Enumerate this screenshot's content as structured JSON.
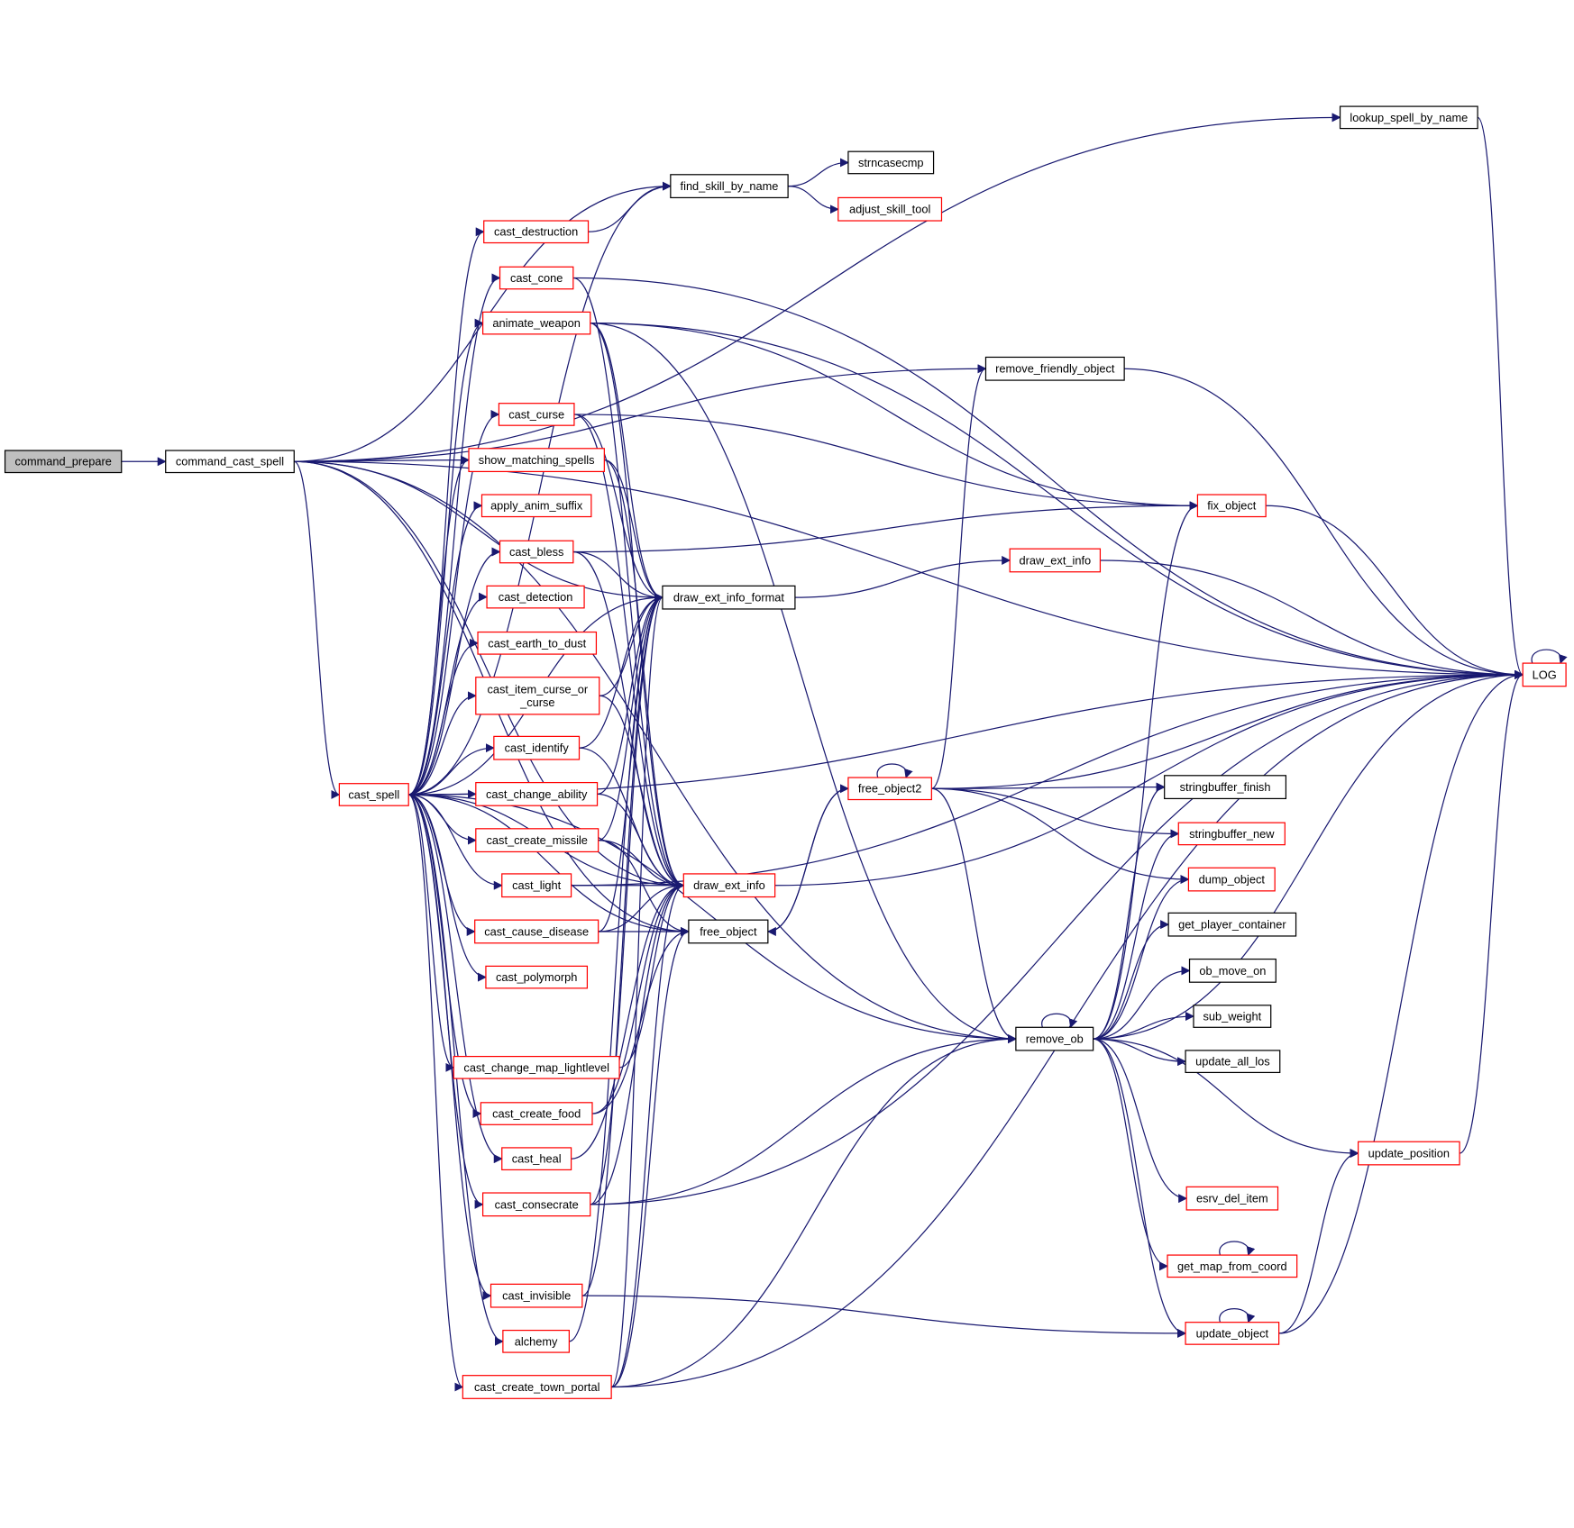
{
  "colors": {
    "edge": "#191970",
    "highlight_border": "#ff0000",
    "normal_border": "#000000",
    "root_fill": "#bfbfbf"
  },
  "nodes": [
    {
      "id": "command_prepare",
      "label": [
        "command_prepare"
      ],
      "kind": "root"
    },
    {
      "id": "command_cast_spell",
      "label": [
        "command_cast_spell"
      ],
      "kind": "normal"
    },
    {
      "id": "cast_spell",
      "label": [
        "cast_spell"
      ],
      "kind": "red"
    },
    {
      "id": "lookup_spell_by_name",
      "label": [
        "lookup_spell_by_name"
      ],
      "kind": "normal"
    },
    {
      "id": "find_skill_by_name",
      "label": [
        "find_skill_by_name"
      ],
      "kind": "normal"
    },
    {
      "id": "strncasecmp",
      "label": [
        "strncasecmp"
      ],
      "kind": "normal"
    },
    {
      "id": "adjust_skill_tool",
      "label": [
        "adjust_skill_tool"
      ],
      "kind": "red"
    },
    {
      "id": "cast_destruction",
      "label": [
        "cast_destruction"
      ],
      "kind": "red"
    },
    {
      "id": "cast_cone",
      "label": [
        "cast_cone"
      ],
      "kind": "red"
    },
    {
      "id": "animate_weapon",
      "label": [
        "animate_weapon"
      ],
      "kind": "red"
    },
    {
      "id": "remove_friendly_object",
      "label": [
        "remove_friendly_object"
      ],
      "kind": "normal"
    },
    {
      "id": "cast_curse",
      "label": [
        "cast_curse"
      ],
      "kind": "red"
    },
    {
      "id": "show_matching_spells",
      "label": [
        "show_matching_spells"
      ],
      "kind": "red"
    },
    {
      "id": "apply_anim_suffix",
      "label": [
        "apply_anim_suffix"
      ],
      "kind": "red"
    },
    {
      "id": "fix_object",
      "label": [
        "fix_object"
      ],
      "kind": "red"
    },
    {
      "id": "cast_bless",
      "label": [
        "cast_bless"
      ],
      "kind": "red"
    },
    {
      "id": "draw_ext_info_upper",
      "label": [
        "draw_ext_info"
      ],
      "kind": "red"
    },
    {
      "id": "draw_ext_info_format",
      "label": [
        "draw_ext_info_format"
      ],
      "kind": "normal"
    },
    {
      "id": "cast_detection",
      "label": [
        "cast_detection"
      ],
      "kind": "red"
    },
    {
      "id": "cast_earth_to_dust",
      "label": [
        "cast_earth_to_dust"
      ],
      "kind": "red"
    },
    {
      "id": "LOG",
      "label": [
        "LOG"
      ],
      "kind": "red"
    },
    {
      "id": "cast_item_curse_or_curse",
      "label": [
        "cast_item_curse_or",
        "_curse"
      ],
      "kind": "red"
    },
    {
      "id": "cast_identify",
      "label": [
        "cast_identify"
      ],
      "kind": "red"
    },
    {
      "id": "cast_change_ability",
      "label": [
        "cast_change_ability"
      ],
      "kind": "red"
    },
    {
      "id": "free_object2",
      "label": [
        "free_object2"
      ],
      "kind": "red"
    },
    {
      "id": "stringbuffer_finish",
      "label": [
        "stringbuffer_finish"
      ],
      "kind": "normal"
    },
    {
      "id": "cast_create_missile",
      "label": [
        "cast_create_missile"
      ],
      "kind": "red"
    },
    {
      "id": "stringbuffer_new",
      "label": [
        "stringbuffer_new"
      ],
      "kind": "red"
    },
    {
      "id": "cast_light",
      "label": [
        "cast_light"
      ],
      "kind": "red"
    },
    {
      "id": "draw_ext_info",
      "label": [
        "draw_ext_info"
      ],
      "kind": "red"
    },
    {
      "id": "dump_object",
      "label": [
        "dump_object"
      ],
      "kind": "red"
    },
    {
      "id": "get_player_container",
      "label": [
        "get_player_container"
      ],
      "kind": "normal"
    },
    {
      "id": "cast_cause_disease",
      "label": [
        "cast_cause_disease"
      ],
      "kind": "red"
    },
    {
      "id": "free_object",
      "label": [
        "free_object"
      ],
      "kind": "normal"
    },
    {
      "id": "cast_polymorph",
      "label": [
        "cast_polymorph"
      ],
      "kind": "red"
    },
    {
      "id": "ob_move_on",
      "label": [
        "ob_move_on"
      ],
      "kind": "normal"
    },
    {
      "id": "sub_weight",
      "label": [
        "sub_weight"
      ],
      "kind": "normal"
    },
    {
      "id": "remove_ob",
      "label": [
        "remove_ob"
      ],
      "kind": "normal"
    },
    {
      "id": "update_all_los",
      "label": [
        "update_all_los"
      ],
      "kind": "normal"
    },
    {
      "id": "cast_change_map_lightlevel",
      "label": [
        "cast_change_map_lightlevel"
      ],
      "kind": "red"
    },
    {
      "id": "cast_create_food",
      "label": [
        "cast_create_food"
      ],
      "kind": "red"
    },
    {
      "id": "update_position",
      "label": [
        "update_position"
      ],
      "kind": "red"
    },
    {
      "id": "cast_heal",
      "label": [
        "cast_heal"
      ],
      "kind": "red"
    },
    {
      "id": "cast_consecrate",
      "label": [
        "cast_consecrate"
      ],
      "kind": "red"
    },
    {
      "id": "esrv_del_item",
      "label": [
        "esrv_del_item"
      ],
      "kind": "red"
    },
    {
      "id": "get_map_from_coord",
      "label": [
        "get_map_from_coord"
      ],
      "kind": "red"
    },
    {
      "id": "cast_invisible",
      "label": [
        "cast_invisible"
      ],
      "kind": "red"
    },
    {
      "id": "update_object",
      "label": [
        "update_object"
      ],
      "kind": "red"
    },
    {
      "id": "alchemy",
      "label": [
        "alchemy"
      ],
      "kind": "red"
    },
    {
      "id": "cast_create_town_portal",
      "label": [
        "cast_create_town_portal"
      ],
      "kind": "red"
    }
  ],
  "edges": [
    [
      "command_prepare",
      "command_cast_spell"
    ],
    [
      "command_cast_spell",
      "lookup_spell_by_name"
    ],
    [
      "command_cast_spell",
      "find_skill_by_name"
    ],
    [
      "command_cast_spell",
      "remove_friendly_object"
    ],
    [
      "command_cast_spell",
      "draw_ext_info_format"
    ],
    [
      "command_cast_spell",
      "show_matching_spells"
    ],
    [
      "command_cast_spell",
      "cast_spell"
    ],
    [
      "command_cast_spell",
      "draw_ext_info"
    ],
    [
      "command_cast_spell",
      "free_object"
    ],
    [
      "command_cast_spell",
      "remove_ob"
    ],
    [
      "command_cast_spell",
      "LOG"
    ],
    [
      "cast_spell",
      "find_skill_by_name"
    ],
    [
      "cast_spell",
      "cast_destruction"
    ],
    [
      "cast_spell",
      "cast_cone"
    ],
    [
      "cast_spell",
      "animate_weapon"
    ],
    [
      "cast_spell",
      "cast_curse"
    ],
    [
      "cast_spell",
      "show_matching_spells"
    ],
    [
      "cast_spell",
      "apply_anim_suffix"
    ],
    [
      "cast_spell",
      "cast_bless"
    ],
    [
      "cast_spell",
      "cast_detection"
    ],
    [
      "cast_spell",
      "cast_earth_to_dust"
    ],
    [
      "cast_spell",
      "cast_item_curse_or_curse"
    ],
    [
      "cast_spell",
      "cast_identify"
    ],
    [
      "cast_spell",
      "cast_change_ability"
    ],
    [
      "cast_spell",
      "cast_create_missile"
    ],
    [
      "cast_spell",
      "cast_light"
    ],
    [
      "cast_spell",
      "cast_cause_disease"
    ],
    [
      "cast_spell",
      "cast_polymorph"
    ],
    [
      "cast_spell",
      "cast_change_map_lightlevel"
    ],
    [
      "cast_spell",
      "cast_create_food"
    ],
    [
      "cast_spell",
      "cast_heal"
    ],
    [
      "cast_spell",
      "cast_consecrate"
    ],
    [
      "cast_spell",
      "cast_invisible"
    ],
    [
      "cast_spell",
      "alchemy"
    ],
    [
      "cast_spell",
      "cast_create_town_portal"
    ],
    [
      "cast_spell",
      "draw_ext_info_format"
    ],
    [
      "cast_spell",
      "draw_ext_info"
    ],
    [
      "cast_spell",
      "free_object"
    ],
    [
      "cast_spell",
      "remove_ob"
    ],
    [
      "cast_spell",
      "LOG"
    ],
    [
      "find_skill_by_name",
      "strncasecmp"
    ],
    [
      "find_skill_by_name",
      "adjust_skill_tool"
    ],
    [
      "cast_destruction",
      "find_skill_by_name"
    ],
    [
      "cast_cone",
      "LOG"
    ],
    [
      "cast_cone",
      "draw_ext_info"
    ],
    [
      "animate_weapon",
      "LOG"
    ],
    [
      "animate_weapon",
      "fix_object"
    ],
    [
      "animate_weapon",
      "draw_ext_info_format"
    ],
    [
      "animate_weapon",
      "draw_ext_info"
    ],
    [
      "animate_weapon",
      "remove_ob"
    ],
    [
      "cast_curse",
      "fix_object"
    ],
    [
      "cast_curse",
      "draw_ext_info_format"
    ],
    [
      "cast_curse",
      "draw_ext_info"
    ],
    [
      "show_matching_spells",
      "draw_ext_info_format"
    ],
    [
      "show_matching_spells",
      "draw_ext_info"
    ],
    [
      "cast_bless",
      "fix_object"
    ],
    [
      "cast_bless",
      "draw_ext_info_format"
    ],
    [
      "cast_bless",
      "draw_ext_info"
    ],
    [
      "draw_ext_info_format",
      "draw_ext_info_upper"
    ],
    [
      "draw_ext_info_upper",
      "LOG"
    ],
    [
      "cast_item_curse_or_curse",
      "draw_ext_info_format"
    ],
    [
      "cast_item_curse_or_curse",
      "draw_ext_info"
    ],
    [
      "cast_identify",
      "draw_ext_info_format"
    ],
    [
      "cast_identify",
      "draw_ext_info"
    ],
    [
      "cast_change_ability",
      "draw_ext_info_format"
    ],
    [
      "cast_change_ability",
      "draw_ext_info"
    ],
    [
      "cast_create_missile",
      "draw_ext_info_format"
    ],
    [
      "cast_create_missile",
      "draw_ext_info"
    ],
    [
      "cast_create_missile",
      "free_object"
    ],
    [
      "cast_light",
      "draw_ext_info"
    ],
    [
      "cast_light",
      "LOG"
    ],
    [
      "cast_cause_disease",
      "draw_ext_info_format"
    ],
    [
      "cast_cause_disease",
      "free_object"
    ],
    [
      "cast_cause_disease",
      "draw_ext_info"
    ],
    [
      "draw_ext_info",
      "LOG"
    ],
    [
      "free_object",
      "free_object2"
    ],
    [
      "free_object2",
      "free_object"
    ],
    [
      "free_object2",
      "remove_friendly_object"
    ],
    [
      "free_object2",
      "free_object2"
    ],
    [
      "free_object2",
      "LOG"
    ],
    [
      "free_object2",
      "stringbuffer_finish"
    ],
    [
      "free_object2",
      "stringbuffer_new"
    ],
    [
      "free_object2",
      "dump_object"
    ],
    [
      "free_object2",
      "remove_ob"
    ],
    [
      "remove_friendly_object",
      "LOG"
    ],
    [
      "fix_object",
      "LOG"
    ],
    [
      "lookup_spell_by_name",
      "LOG"
    ],
    [
      "LOG",
      "LOG"
    ],
    [
      "remove_ob",
      "remove_ob"
    ],
    [
      "remove_ob",
      "fix_object"
    ],
    [
      "remove_ob",
      "stringbuffer_finish"
    ],
    [
      "remove_ob",
      "stringbuffer_new"
    ],
    [
      "remove_ob",
      "dump_object"
    ],
    [
      "remove_ob",
      "get_player_container"
    ],
    [
      "remove_ob",
      "ob_move_on"
    ],
    [
      "remove_ob",
      "sub_weight"
    ],
    [
      "remove_ob",
      "update_all_los"
    ],
    [
      "remove_ob",
      "LOG"
    ],
    [
      "remove_ob",
      "update_position"
    ],
    [
      "remove_ob",
      "esrv_del_item"
    ],
    [
      "remove_ob",
      "get_map_from_coord"
    ],
    [
      "remove_ob",
      "update_object"
    ],
    [
      "update_position",
      "LOG"
    ],
    [
      "update_object",
      "update_object"
    ],
    [
      "update_object",
      "update_position"
    ],
    [
      "update_object",
      "LOG"
    ],
    [
      "get_map_from_coord",
      "get_map_from_coord"
    ],
    [
      "cast_change_map_lightlevel",
      "draw_ext_info"
    ],
    [
      "cast_create_food",
      "draw_ext_info"
    ],
    [
      "cast_create_food",
      "free_object"
    ],
    [
      "cast_heal",
      "draw_ext_info"
    ],
    [
      "cast_consecrate",
      "remove_ob"
    ],
    [
      "cast_consecrate",
      "LOG"
    ],
    [
      "cast_consecrate",
      "draw_ext_info_format"
    ],
    [
      "cast_consecrate",
      "draw_ext_info"
    ],
    [
      "cast_invisible",
      "update_object"
    ],
    [
      "cast_invisible",
      "draw_ext_info_format"
    ],
    [
      "alchemy",
      "draw_ext_info_format"
    ],
    [
      "cast_create_town_portal",
      "remove_ob"
    ],
    [
      "cast_create_town_portal",
      "LOG"
    ],
    [
      "cast_create_town_portal",
      "draw_ext_info"
    ],
    [
      "cast_create_town_portal",
      "free_object"
    ],
    [
      "cast_create_town_portal",
      "draw_ext_info_format"
    ]
  ]
}
